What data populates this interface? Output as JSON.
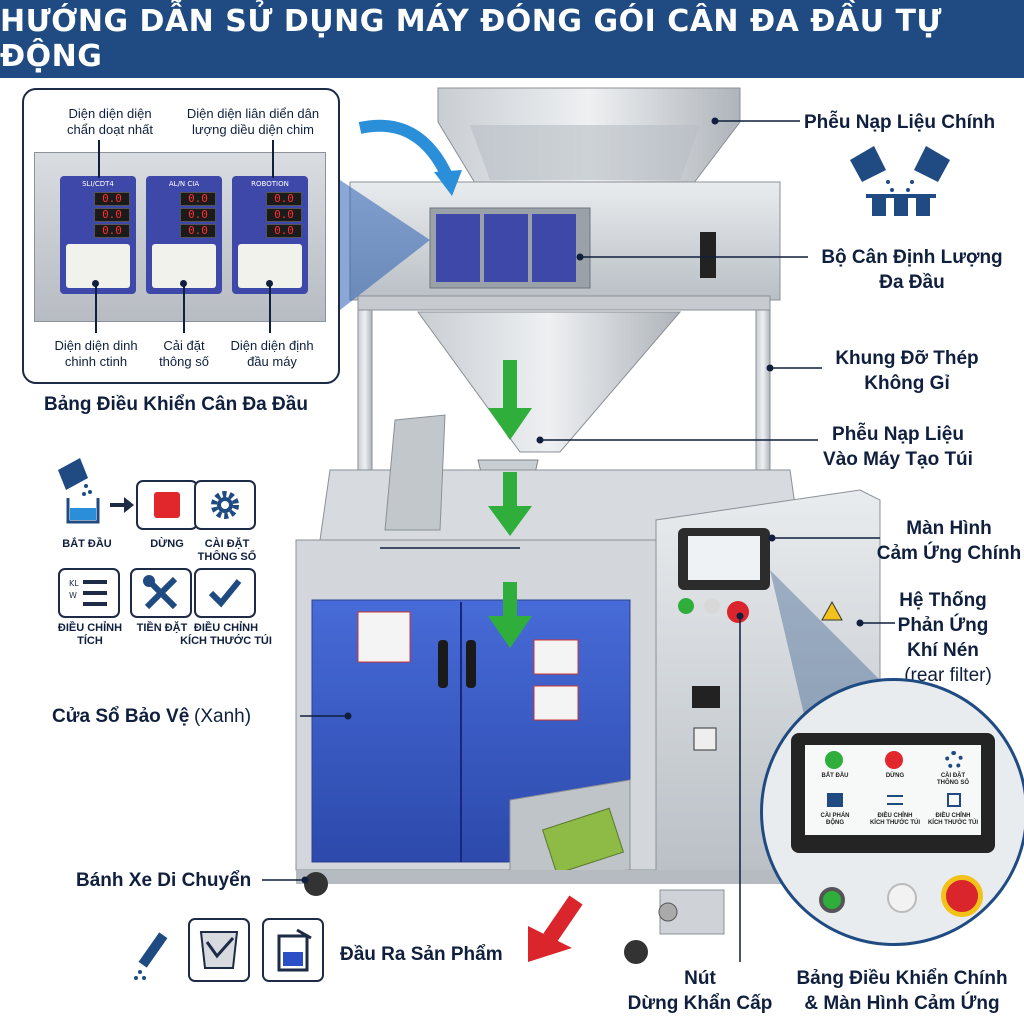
{
  "header": {
    "title": "HƯỚNG DẪN SỬ DỤNG MÁY ĐÓNG GÓI CÂN ĐA ĐẦU TỰ ĐỘNG"
  },
  "colors": {
    "header_bg": "#1f4b82",
    "arrow_green": "#2fae3c",
    "arrow_blue": "#2a8fd8",
    "arrow_red": "#d9252b",
    "window_blue": "#2a4fc7"
  },
  "inset": {
    "top_left": "Diện diện diện\nchẩn doạt nhất",
    "top_right": "Diện diện liân diển dân\nlượng diều diện chim",
    "bottom_left": "Diện diện dinh\nchinh ctinh",
    "bottom_mid": "Cải đặt\nthông số",
    "bottom_right": "Diện diện định\nđầu máy",
    "caption": "Bảng Điều Khiển Cân Đa Đầu",
    "controllers": [
      {
        "tag": "SLI/CDT4",
        "readings": [
          "0.0",
          "0.0",
          "0.0"
        ]
      },
      {
        "tag": "AL/N CIA",
        "readings": [
          "0.0",
          "0.0",
          "0.0"
        ]
      },
      {
        "tag": "ROBOTION",
        "readings": [
          "0.0",
          "0.0",
          "0.0"
        ]
      }
    ]
  },
  "labels": {
    "hopper": "Phễu Nạp Liệu Chính",
    "weigher": "Bộ Cân Định Lượng\nĐa Đầu",
    "frame": "Khung Đỡ Thép\nKhông Gỉ",
    "funnel": "Phễu Nạp Liệu\nVào Máy Tạo Túi",
    "screen": "Màn Hình\nCảm Ứng Chính",
    "pneumatic_bold": "Hệ Thống\nPhản Ứng\nKhí Nén",
    "pneumatic_note": "(rear filter)",
    "window_bold": "Cửa Sổ Bảo Vệ",
    "window_note": "(Xanh)",
    "wheels": "Bánh Xe Di Chuyển",
    "output": "Đầu Ra Sản Phẩm",
    "estop": "Nút\nDừng Khẩn Cấp",
    "panel": "Bảng Điều Khiển Chính\n& Màn Hình Cảm Ứng"
  },
  "steps": [
    {
      "icon": "pour-bag-icon",
      "caption": "BẮT ĐẦU"
    },
    {
      "icon": "stop-square-icon",
      "caption": "DỪNG"
    },
    {
      "icon": "gear-icon",
      "caption": "CÀI ĐẶT\nTHÔNG SỐ"
    },
    {
      "icon": "list-adjust-icon",
      "caption": "ĐIỀU CHỈNH\nTÍCH"
    },
    {
      "icon": "tools-icon",
      "caption": "TIỀN ĐẶT"
    },
    {
      "icon": "checkmark-icon",
      "caption": "ĐIỀU CHỈNH\nKÍCH THƯỚC TÚI"
    }
  ],
  "zoom_screen": {
    "items": [
      "BẮT ĐẦU",
      "DỪNG",
      "CÀI ĐẶT\nTHÔNG SỐ",
      "CÀI PHÁN\nĐỘNG",
      "ĐIỀU CHỈNH\nKÍCH THƯỚC TÚI",
      "ĐIỀU CHỈNH\nKÍCH THƯỚC TÚI"
    ]
  }
}
